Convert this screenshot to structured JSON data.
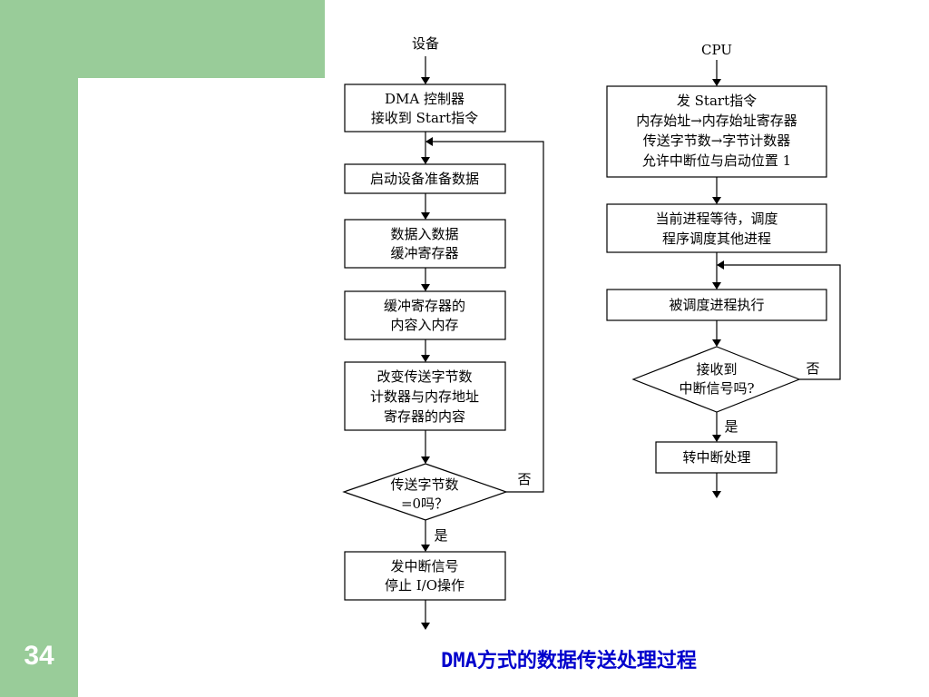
{
  "slide_number": "34",
  "caption": "DMA方式的数据传送处理过程",
  "left_flow": {
    "start_label": "设备",
    "box1": [
      "DMA 控制器",
      "接收到 Start指令"
    ],
    "box2": [
      "启动设备准备数据"
    ],
    "box3": [
      "数据入数据",
      "缓冲寄存器"
    ],
    "box4": [
      "缓冲寄存器的",
      "内容入内存"
    ],
    "box5": [
      "改变传送字节数",
      "计数器与内存地址",
      "寄存器的内容"
    ],
    "decision": [
      "传送字节数",
      "=0吗？"
    ],
    "no_label": "否",
    "yes_label": "是",
    "box6": [
      "发中断信号",
      "停止 I/O操作"
    ]
  },
  "right_flow": {
    "start_label": "CPU",
    "box1": [
      "发 Start指令",
      "内存始址→内存始址寄存器",
      "传送字节数→字节计数器",
      "允许中断位与启动位置 1"
    ],
    "box2": [
      "当前进程等待，调度",
      "程序调度其他进程"
    ],
    "box3": [
      "被调度进程执行"
    ],
    "decision": [
      "接收到",
      "中断信号吗?"
    ],
    "no_label": "否",
    "yes_label": "是",
    "box4": [
      "转中断处理"
    ]
  }
}
